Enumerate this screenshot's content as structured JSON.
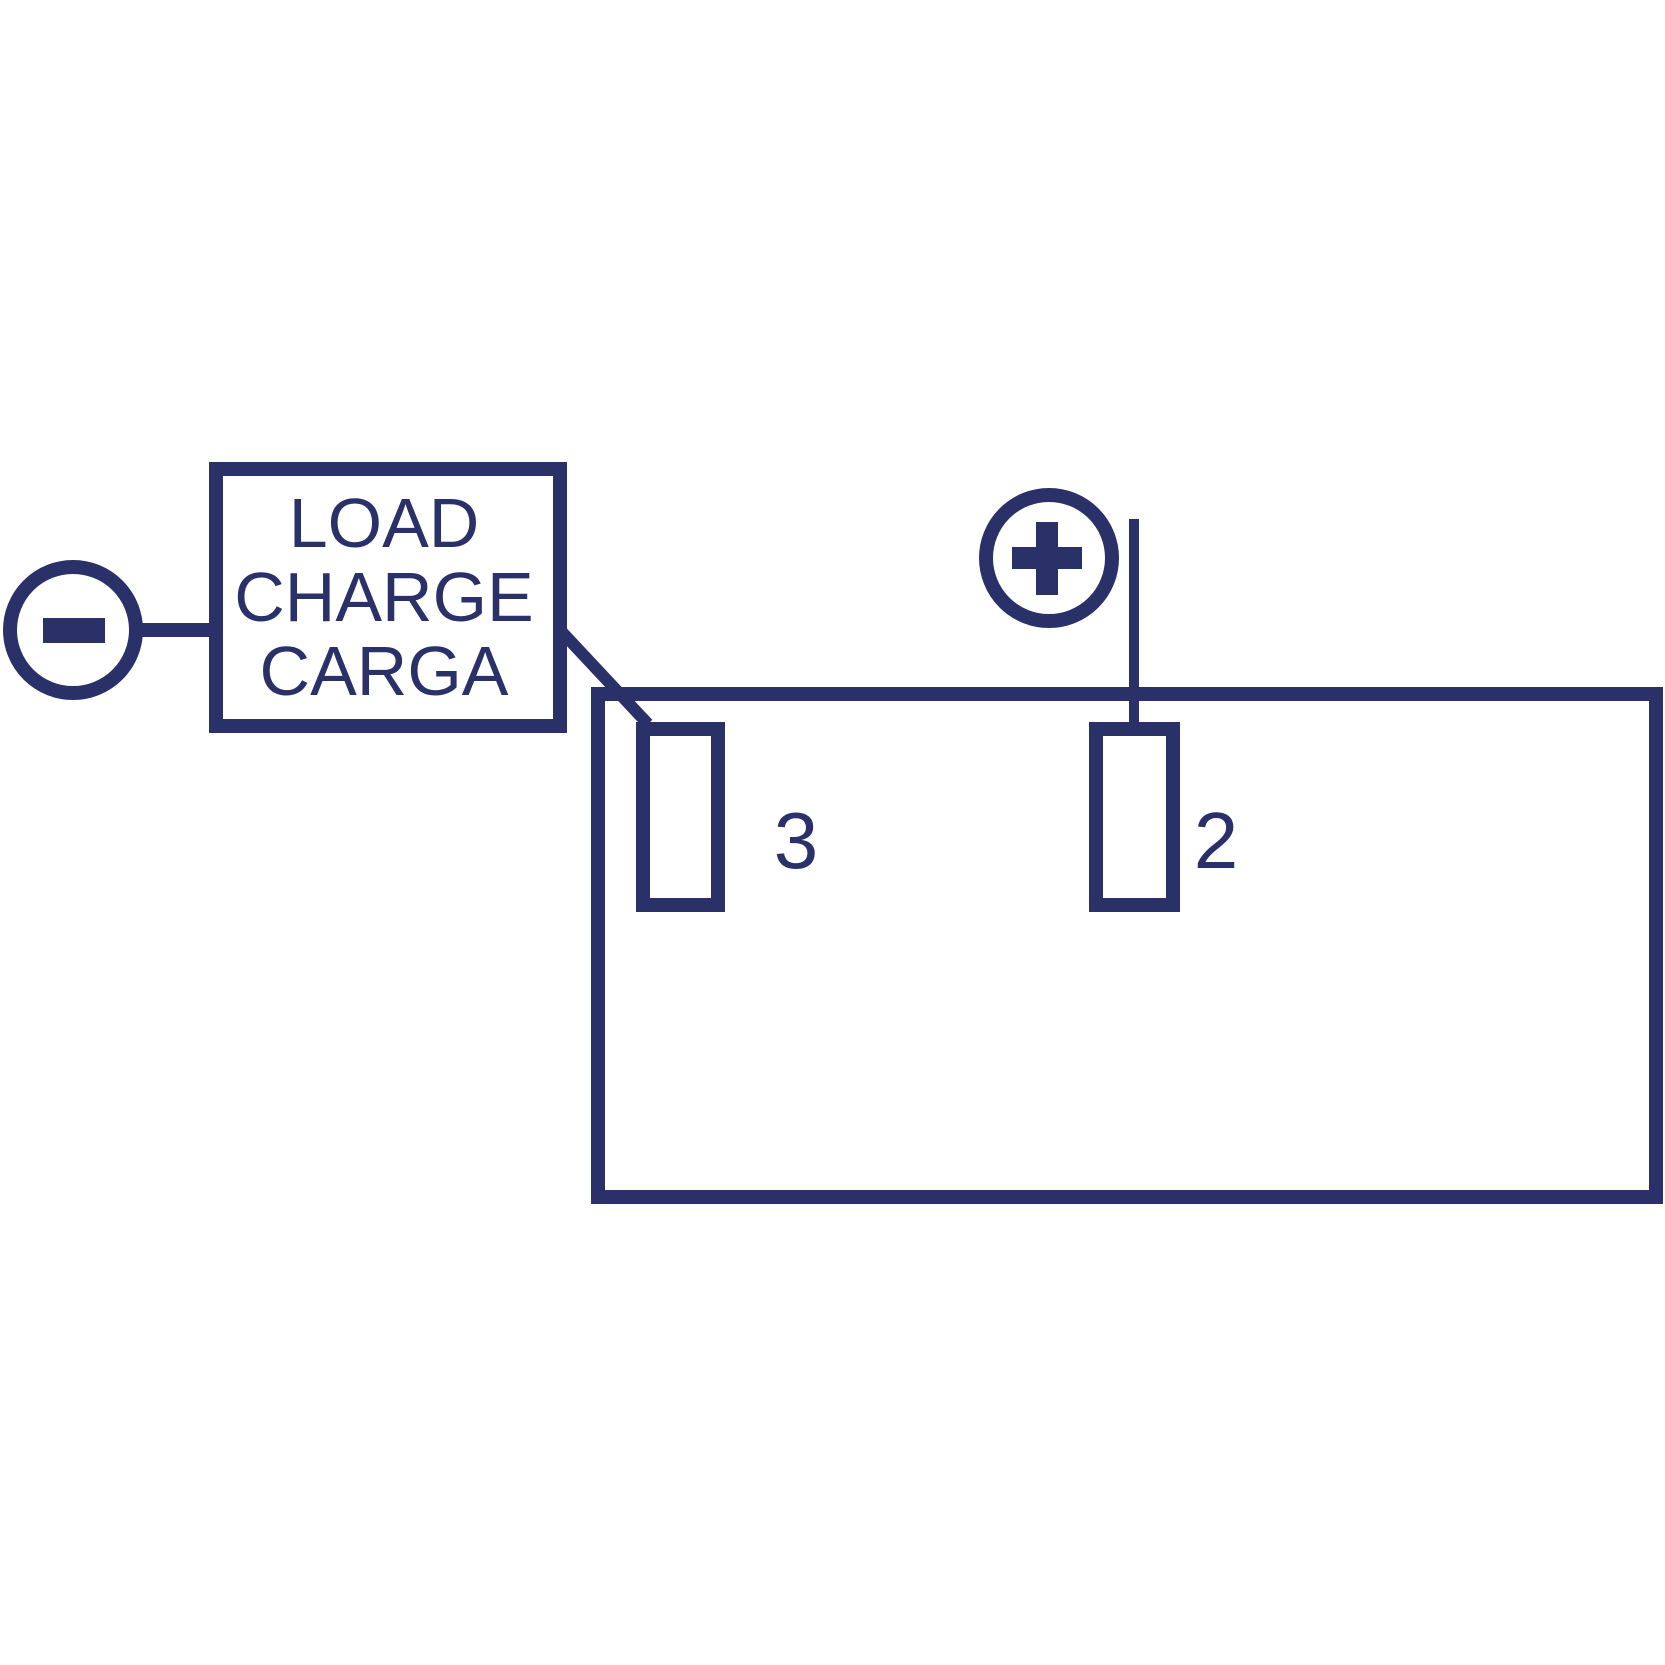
{
  "colors": {
    "primary": "#2a3068",
    "background": "#ffffff"
  },
  "load_box": {
    "lines": [
      "LOAD",
      "CHARGE",
      "CARGA"
    ]
  },
  "negative_symbol": {
    "icon": "minus-icon"
  },
  "positive_symbol": {
    "icon": "plus-icon"
  },
  "terminals": [
    {
      "label": "3"
    },
    {
      "label": "2"
    }
  ]
}
